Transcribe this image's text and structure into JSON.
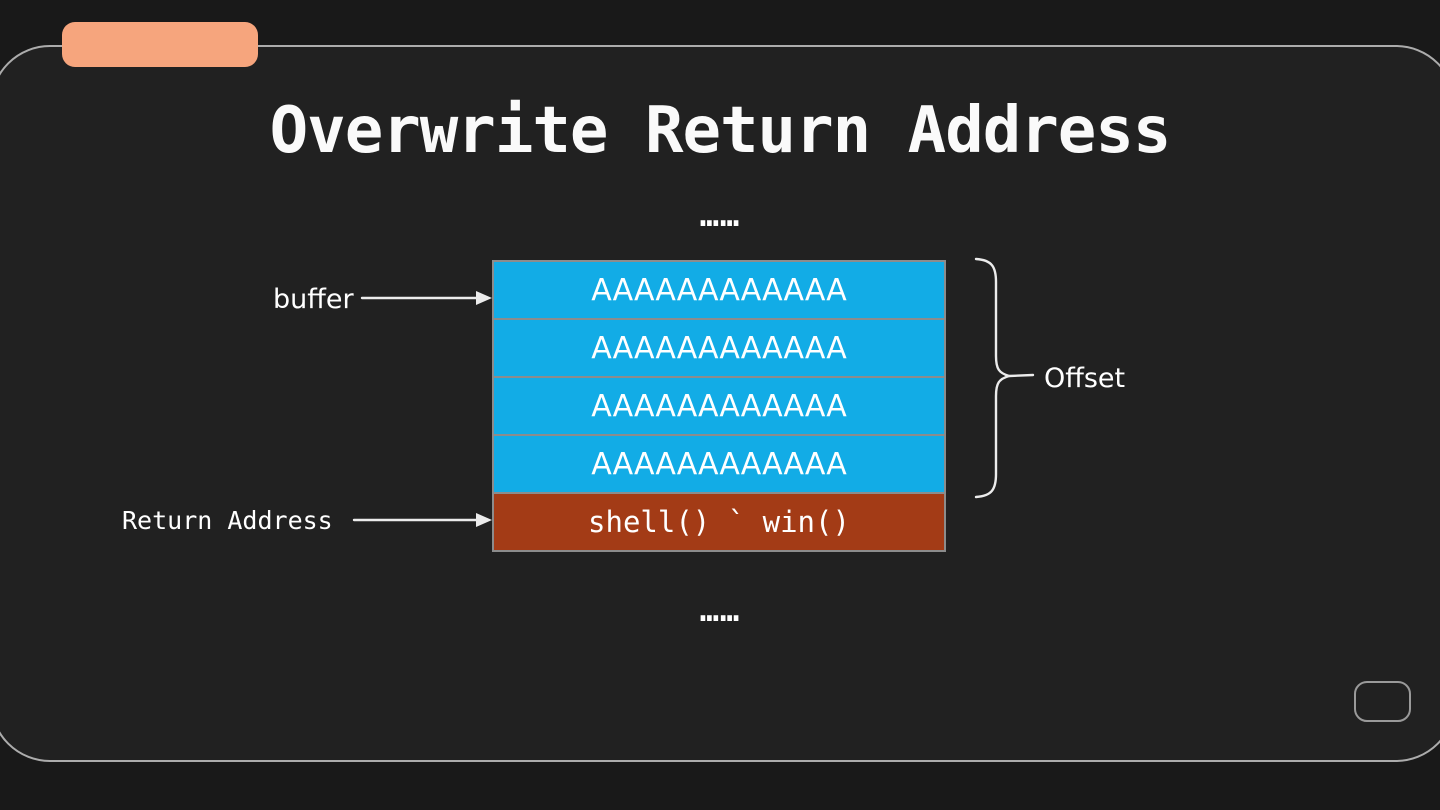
{
  "slide": {
    "title": "Overwrite Return Address",
    "ellipsis_top": "……",
    "ellipsis_bottom": "……"
  },
  "labels": {
    "buffer": "buffer",
    "return_address": "Return Address",
    "offset": "Offset"
  },
  "stack": {
    "rows": [
      {
        "type": "buffer",
        "label": "AAAAAAAAAAAA"
      },
      {
        "type": "buffer",
        "label": "AAAAAAAAAAAA"
      },
      {
        "type": "buffer",
        "label": "AAAAAAAAAAAA"
      },
      {
        "type": "buffer",
        "label": "AAAAAAAAAAAA"
      },
      {
        "type": "return-address",
        "label": "shell() ` win()"
      }
    ]
  },
  "icons": {
    "buffer_arrow": "right-arrow",
    "return_address_arrow": "right-arrow",
    "offset_brace": "curly-brace"
  },
  "colors": {
    "buffer_row": "#12ACE6",
    "return_row": "#A33B16",
    "accent_tab": "#F6A57D",
    "slide_background": "#212121",
    "outer_background": "#191919",
    "frame_border": "#ACACAC",
    "cell_border": "#8C8C8C",
    "text": "#FFFFFF"
  }
}
